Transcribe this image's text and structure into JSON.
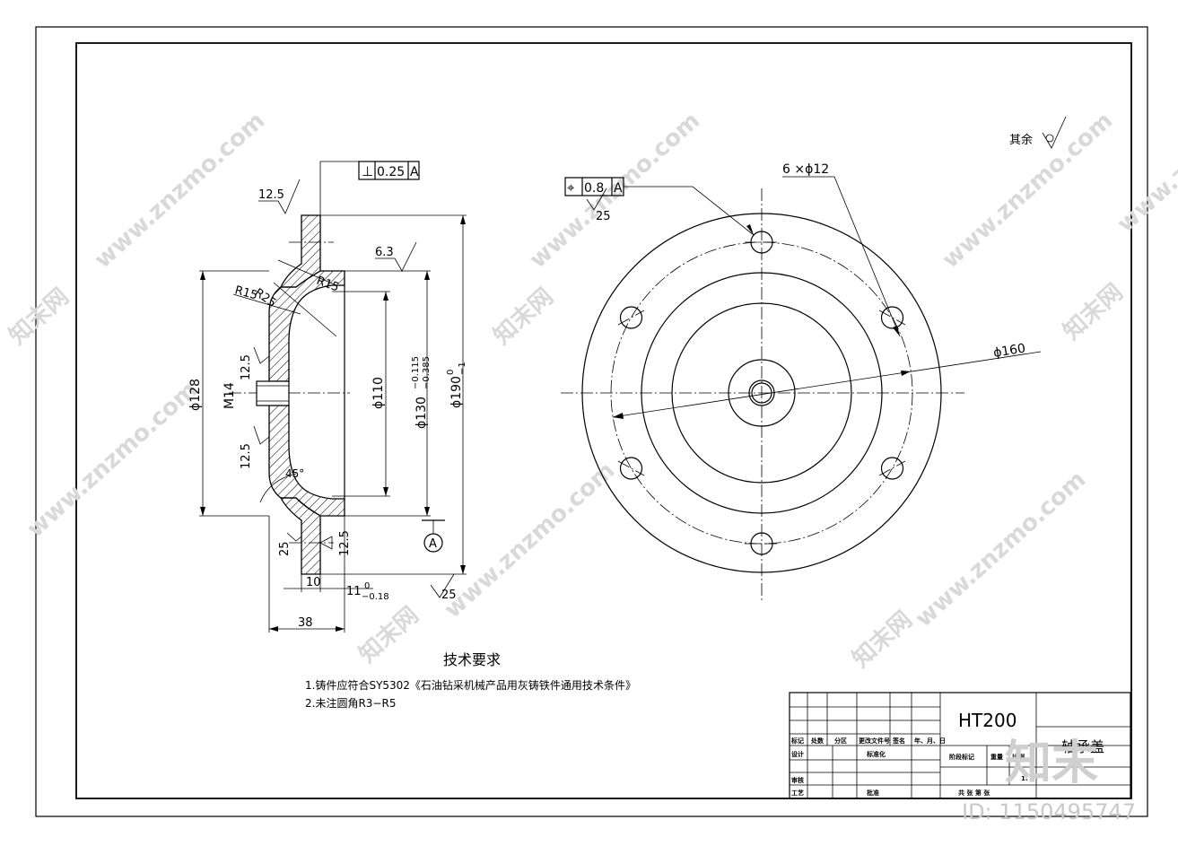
{
  "view_left": {
    "gdt_perpendicular": {
      "symbol": "⊥",
      "value": "0.25",
      "datum": "A"
    },
    "roughness_top": "12.5",
    "roughness_inner": "6.3",
    "roughness_left_upper": "12.5",
    "roughness_left_lower": "12.5",
    "roughness_bottom_left": "25",
    "roughness_bottom_right": "12.5",
    "roughness_bottom": "25",
    "radius_r15_upper": "R15",
    "radius_r25": "R25",
    "radius_r15_left": "R15",
    "angle_45": "45°",
    "dim_phi128": "ϕ128",
    "dim_m14": "M14",
    "dim_phi110": "ϕ110",
    "dim_phi130": "ϕ130",
    "dim_phi130_upper_tol": "−0.115",
    "dim_phi130_lower_tol": "−0.385",
    "dim_phi190": "ϕ190",
    "dim_phi190_upper_tol": "0",
    "dim_phi190_lower_tol": "−1",
    "dim_10": "10",
    "dim_11": "11",
    "dim_11_upper_tol": "0",
    "dim_11_lower_tol": "−0.18",
    "dim_38": "38",
    "datum_label": "A"
  },
  "view_right": {
    "gdt_position": {
      "symbol": "⌖",
      "value": "0.8",
      "datum": "A"
    },
    "roughness_gdt": "25",
    "hole_callout": "6 ×ϕ12",
    "dim_phi160": "ϕ160",
    "roughness_rest_label": "其余"
  },
  "notes": {
    "heading": "技术要求",
    "line1": "1.铸件应符合SY5302《石油钻采机械产品用灰铸铁件通用技术条件》",
    "line2": "2.未注圆角R3−R5"
  },
  "title_block": {
    "material": "HT200",
    "part_name": "轴承盖",
    "scale_mark": "1:",
    "row_labels": [
      "标记",
      "处数",
      "分区",
      "更改文件号",
      "签名",
      "年、月、日"
    ],
    "design": "设计",
    "standardization": "标准化",
    "stage_mark": "阶段标记",
    "weight": "重量",
    "scale": "比例",
    "review": "审核",
    "process": "工艺",
    "approve": "批准",
    "sheets": "共  张  第  张"
  },
  "watermarks": {
    "site": "www.znzmo.com",
    "brand": "知末网",
    "logo": "知末",
    "id": "ID: 1150495747"
  }
}
